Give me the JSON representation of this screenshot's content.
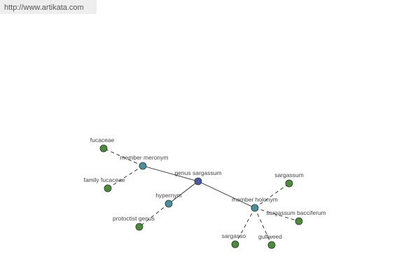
{
  "watermark": {
    "text": "http://www.artikata.com"
  },
  "colors": {
    "center": "#4a5aa0",
    "relation": "#4a8f9a",
    "leaf": "#4c8a3c"
  },
  "graph": {
    "nodes": [
      {
        "id": "center",
        "label": "genus sargassum",
        "kind": "center"
      },
      {
        "id": "meronym",
        "label": "member meronym",
        "kind": "relation"
      },
      {
        "id": "hypernym",
        "label": "hypernym",
        "kind": "relation"
      },
      {
        "id": "holonym",
        "label": "member holonym",
        "kind": "relation"
      },
      {
        "id": "fucaceae",
        "label": "fucaceae",
        "kind": "leaf"
      },
      {
        "id": "family_fucaceae",
        "label": "family fucaceae",
        "kind": "leaf"
      },
      {
        "id": "protoctist_genus",
        "label": "protoctist genus",
        "kind": "leaf"
      },
      {
        "id": "sargassum",
        "label": "sargassum",
        "kind": "leaf"
      },
      {
        "id": "sargassum_bacciferum",
        "label": "sargassum bacciferum",
        "kind": "leaf"
      },
      {
        "id": "sargasso",
        "label": "sargasso",
        "kind": "leaf"
      },
      {
        "id": "gulfweed",
        "label": "gulfweed",
        "kind": "leaf"
      }
    ],
    "edges": [
      {
        "from": "center",
        "to": "meronym",
        "style": "solid"
      },
      {
        "from": "center",
        "to": "hypernym",
        "style": "solid"
      },
      {
        "from": "center",
        "to": "holonym",
        "style": "solid"
      },
      {
        "from": "meronym",
        "to": "fucaceae",
        "style": "dashed"
      },
      {
        "from": "meronym",
        "to": "family_fucaceae",
        "style": "dashed"
      },
      {
        "from": "hypernym",
        "to": "protoctist_genus",
        "style": "dashed"
      },
      {
        "from": "holonym",
        "to": "sargassum",
        "style": "dashed"
      },
      {
        "from": "holonym",
        "to": "sargassum_bacciferum",
        "style": "dashed"
      },
      {
        "from": "holonym",
        "to": "sargasso",
        "style": "dashed"
      },
      {
        "from": "holonym",
        "to": "gulfweed",
        "style": "dashed"
      }
    ]
  }
}
